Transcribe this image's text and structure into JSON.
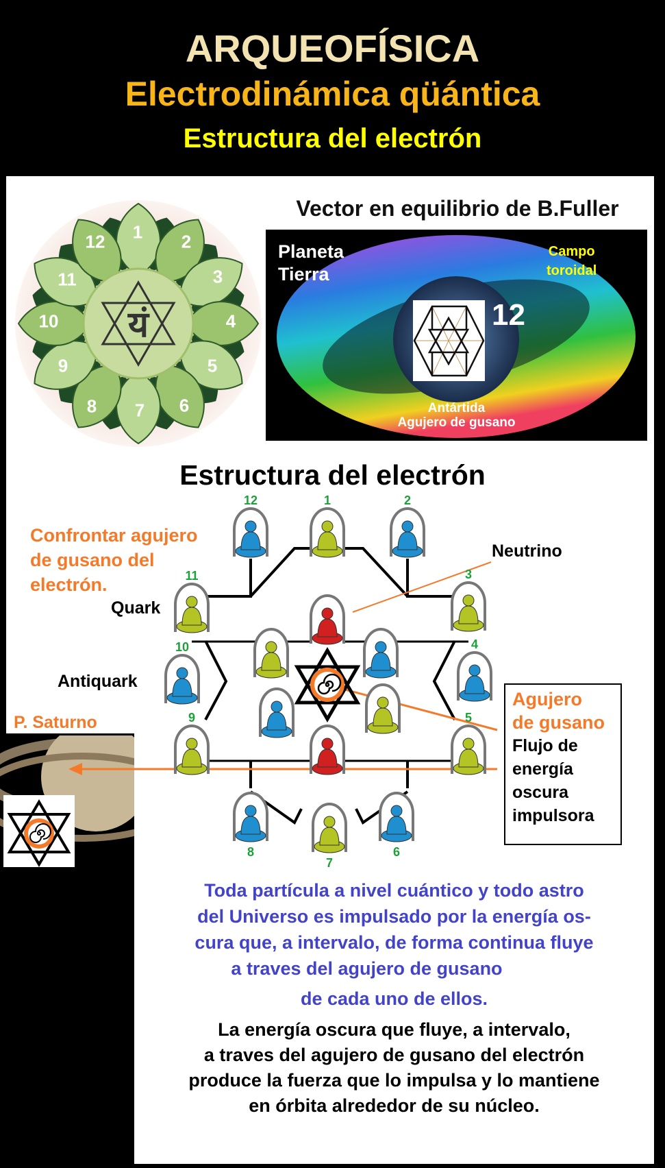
{
  "header": {
    "title": "ARQUEOFÍSICA",
    "subtitle": "Electrodinámica qüántica",
    "subtitle2": "Estructura del electrón"
  },
  "lotus": {
    "numbers": [
      "1",
      "2",
      "3",
      "4",
      "5",
      "6",
      "7",
      "8",
      "9",
      "10",
      "11",
      "12"
    ],
    "center_glyph": "यं"
  },
  "torus": {
    "heading": "Vector en equilibrio de B.Fuller",
    "planet_line1": "Planeta",
    "planet_line2": "Tierra",
    "field_line1": "Campo",
    "field_line2": "toroidal",
    "count": "12",
    "south_label": "Antártida",
    "wormhole_label": "Agujero de gusano"
  },
  "diagram": {
    "title": "Estructura del electrón",
    "confront_lines": [
      "Confrontar agujero",
      "de gusano del",
      "electrón."
    ],
    "quark": "Quark",
    "antiquark": "Antiquark",
    "neutrino": "Neutrino",
    "saturn": "P. Saturno",
    "box_orange": [
      "Agujero",
      "de gusano"
    ],
    "box_black": [
      "Flujo de",
      "energía",
      "oscura",
      "impulsora"
    ],
    "outer_figures": [
      {
        "n": "1",
        "color": "#b5c425"
      },
      {
        "n": "2",
        "color": "#1f8fd0"
      },
      {
        "n": "3",
        "color": "#b5c425"
      },
      {
        "n": "4",
        "color": "#1f8fd0"
      },
      {
        "n": "5",
        "color": "#b5c425"
      },
      {
        "n": "6",
        "color": "#1f8fd0"
      },
      {
        "n": "7",
        "color": "#b5c425"
      },
      {
        "n": "8",
        "color": "#1f8fd0"
      },
      {
        "n": "9",
        "color": "#b5c425"
      },
      {
        "n": "10",
        "color": "#1f8fd0"
      },
      {
        "n": "11",
        "color": "#b5c425"
      },
      {
        "n": "12",
        "color": "#1f8fd0"
      }
    ],
    "inner_figures": [
      {
        "color": "#d02020"
      },
      {
        "color": "#b5c425"
      },
      {
        "color": "#1f8fd0"
      },
      {
        "color": "#1f8fd0"
      },
      {
        "color": "#b5c425"
      },
      {
        "color": "#d02020"
      }
    ]
  },
  "text": {
    "blue_lines": [
      "Toda  partícula  a nivel cuántico  y todo astro",
      "del Universo es impulsado por la energía os-",
      "cura que, a intervalo, de forma continua fluye",
      "a traves del agujero de gusano",
      "de cada uno de ellos."
    ],
    "black_lines": [
      "La energía oscura que fluye, a intervalo,",
      "a traves del agujero de gusano del electrón",
      "produce la fuerza que lo impulsa y lo mantiene",
      "en órbita alrededor de su núcleo."
    ]
  },
  "colors": {
    "orange": "#f47a2a",
    "blue_text": "#4343c8",
    "green_numbers": "#1da03a"
  }
}
